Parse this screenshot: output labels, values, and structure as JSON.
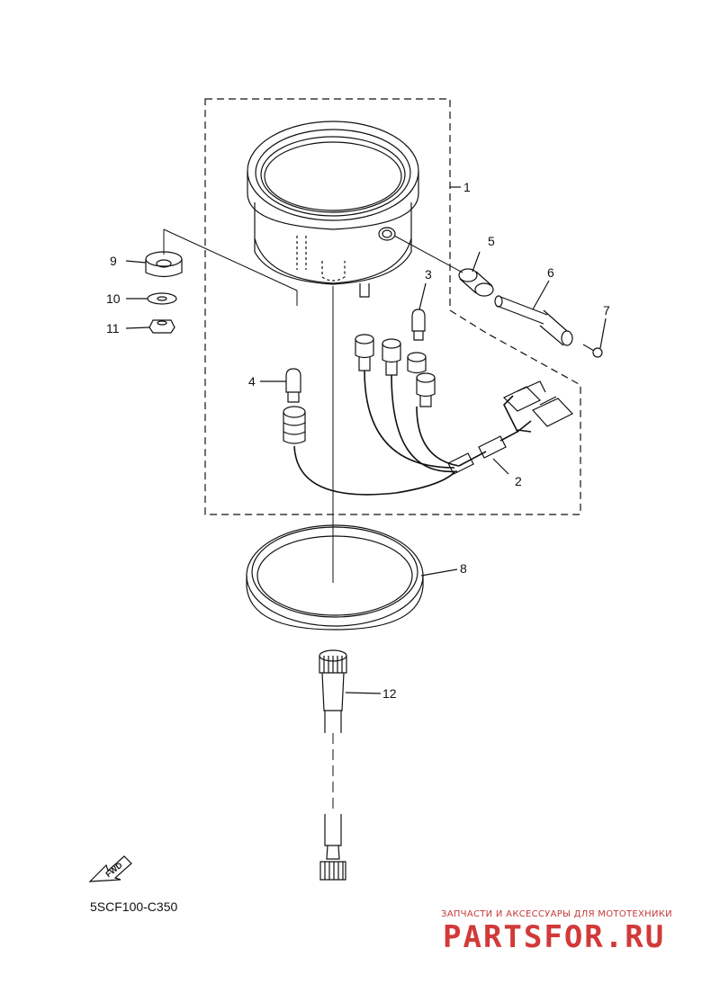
{
  "diagram_code": "5SCF100-C350",
  "callouts": {
    "p1": "1",
    "p2": "2",
    "p3": "3",
    "p4": "4",
    "p5": "5",
    "p6": "6",
    "p7": "7",
    "p8": "8",
    "p9": "9",
    "p10": "10",
    "p11": "11",
    "p12": "12"
  },
  "fwd_label": "FWD",
  "watermark": {
    "tagline": "ЗАПЧАСТИ И АКСЕССУАРЫ ДЛЯ МОТОТЕХНИКИ",
    "logo": "PARTSFOR.RU"
  },
  "colors": {
    "line": "#111111",
    "watermark": "#d23a3a"
  }
}
